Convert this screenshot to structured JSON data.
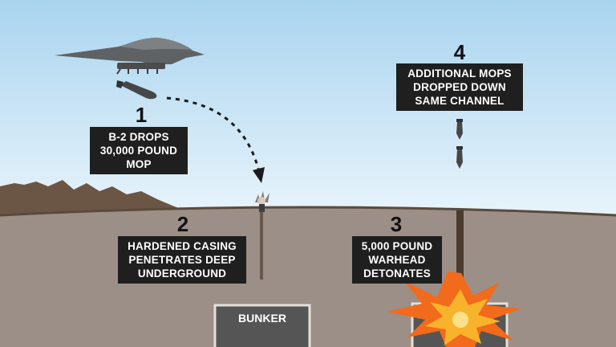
{
  "colors": {
    "sky_top": "#a9d4ef",
    "sky_bottom": "#e6f3fb",
    "ground": "#9b8f87",
    "ground_line": "#5a4a3e",
    "mountains": "#6b5646",
    "caption_bg": "#1f1f1f",
    "caption_text": "#ffffff",
    "bunker_fill": "#555555",
    "explosion_outer": "#f26a1b",
    "explosion_inner": "#f7b32b",
    "aircraft": "#5f6265"
  },
  "steps": [
    {
      "number": "1",
      "lines": [
        "B-2 DROPS",
        "30,000 POUND",
        "MOP"
      ]
    },
    {
      "number": "2",
      "lines": [
        "HARDENED CASING",
        "PENETRATES DEEP",
        "UNDERGROUND"
      ]
    },
    {
      "number": "3",
      "lines": [
        "5,000 POUND",
        "WARHEAD",
        "DETONATES"
      ]
    },
    {
      "number": "4",
      "lines": [
        "ADDITIONAL MOPS",
        "DROPPED DOWN",
        "SAME CHANNEL"
      ]
    }
  ],
  "bunker": {
    "label": "BUNKER"
  },
  "icons": [
    "b2-bomber-icon",
    "bomb-icon",
    "impact-burst-icon",
    "explosion-icon"
  ]
}
